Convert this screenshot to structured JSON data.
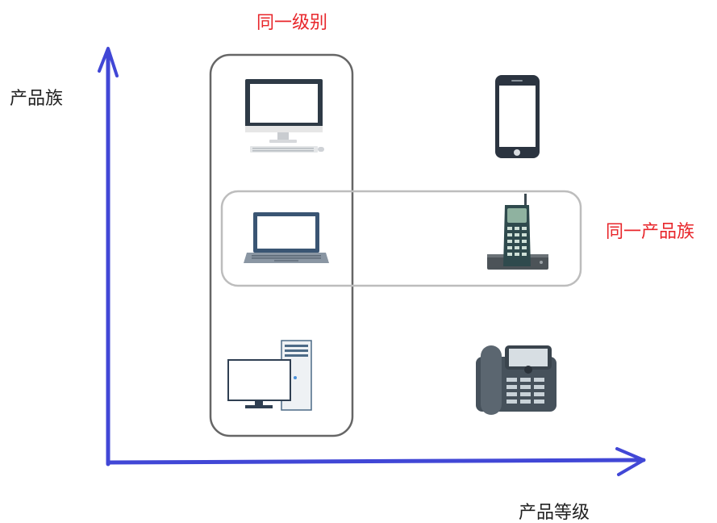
{
  "labels": {
    "same_level": "同一级别",
    "same_family": "同一产品族",
    "y_axis": "产品族",
    "x_axis": "产品等级"
  },
  "colors": {
    "axis": "#4147d6",
    "label_red": "#e8262b",
    "group_frame_dark": "#666666",
    "group_frame_light": "#bdbdbd",
    "device_dark": "#4a5560",
    "screen_blue": "#3a5573"
  },
  "icons": {
    "row1_left": "desktop-monitor-keyboard-icon",
    "row1_right": "smartphone-icon",
    "row2_left": "laptop-icon",
    "row2_right": "cordless-phone-icon",
    "row3_left": "desktop-tower-pc-icon",
    "row3_right": "office-desk-phone-icon"
  }
}
